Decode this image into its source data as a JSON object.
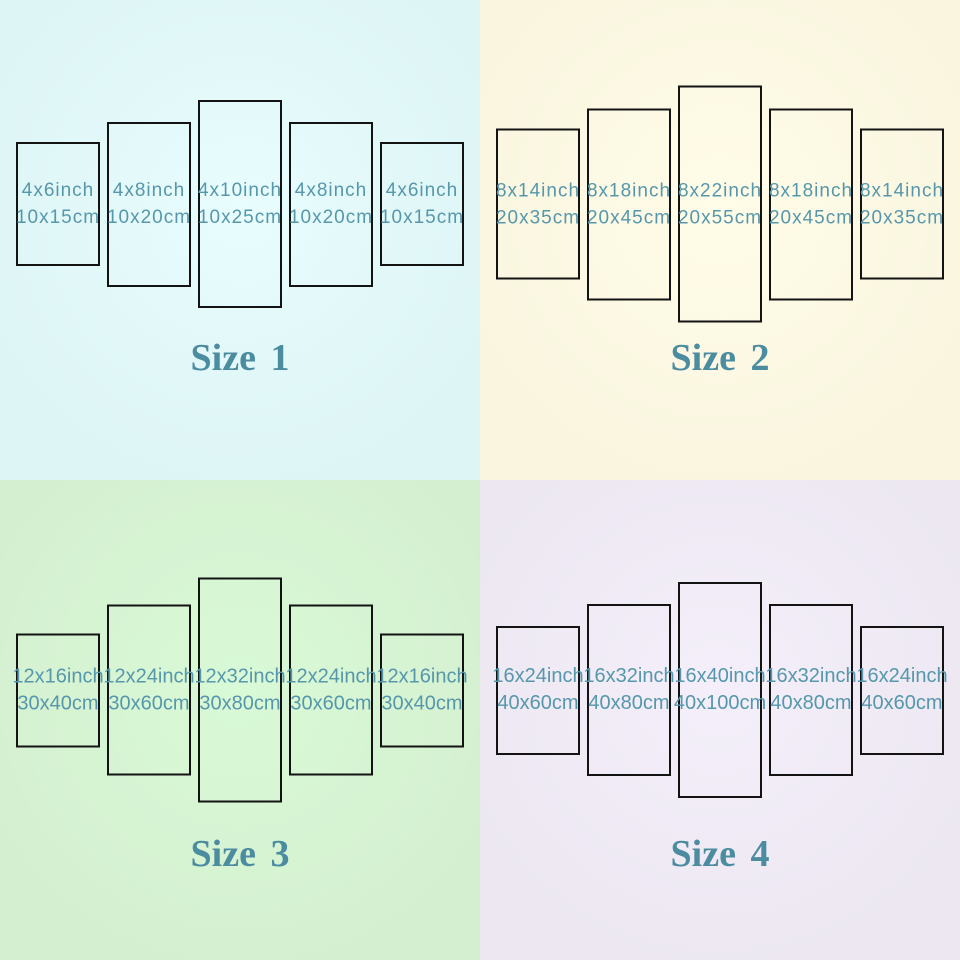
{
  "colors": {
    "panel_border": "#131313",
    "panel_text": "#5697ac",
    "label_text": "#4b8ca0",
    "bg_quadrant_1": "#e2f8f8",
    "bg_quadrant_2": "#fbf8e3",
    "bg_quadrant_3": "#d7f5d3",
    "bg_quadrant_4": "#f0ebf6"
  },
  "quadrants": [
    {
      "label": "Size 1",
      "panels": [
        {
          "inch": "4x6inch",
          "cm": "10x15cm"
        },
        {
          "inch": "4x8inch",
          "cm": "10x20cm"
        },
        {
          "inch": "4x10inch",
          "cm": "10x25cm"
        },
        {
          "inch": "4x8inch",
          "cm": "10x20cm"
        },
        {
          "inch": "4x6inch",
          "cm": "10x15cm"
        }
      ]
    },
    {
      "label": "Size 2",
      "panels": [
        {
          "inch": "8x14inch",
          "cm": "20x35cm"
        },
        {
          "inch": "8x18inch",
          "cm": "20x45cm"
        },
        {
          "inch": "8x22inch",
          "cm": "20x55cm"
        },
        {
          "inch": "8x18inch",
          "cm": "20x45cm"
        },
        {
          "inch": "8x14inch",
          "cm": "20x35cm"
        }
      ]
    },
    {
      "label": "Size 3",
      "panels": [
        {
          "inch": "12x16inch",
          "cm": "30x40cm"
        },
        {
          "inch": "12x24inch",
          "cm": "30x60cm"
        },
        {
          "inch": "12x32inch",
          "cm": "30x80cm"
        },
        {
          "inch": "12x24inch",
          "cm": "30x60cm"
        },
        {
          "inch": "12x16inch",
          "cm": "30x40cm"
        }
      ]
    },
    {
      "label": "Size 4",
      "panels": [
        {
          "inch": "16x24inch",
          "cm": "40x60cm"
        },
        {
          "inch": "16x32inch",
          "cm": "40x80cm"
        },
        {
          "inch": "16x40inch",
          "cm": "40x100cm"
        },
        {
          "inch": "16x32inch",
          "cm": "40x80cm"
        },
        {
          "inch": "16x24inch",
          "cm": "40x60cm"
        }
      ]
    }
  ]
}
